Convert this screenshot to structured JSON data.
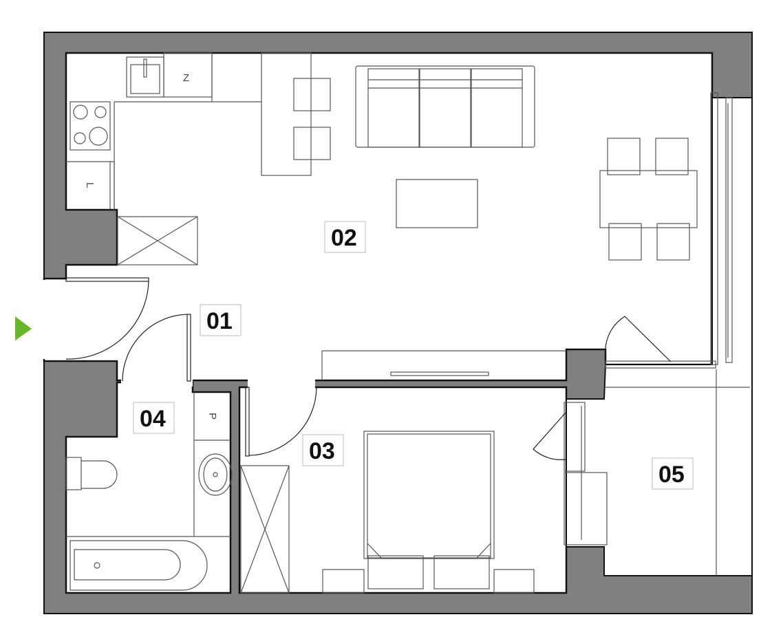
{
  "colors": {
    "wall": "#808080",
    "outline": "#111111",
    "entrance_marker": "#6ab62a",
    "furniture": "#555555"
  },
  "rooms": [
    {
      "id": "01",
      "label": "01"
    },
    {
      "id": "02",
      "label": "02"
    },
    {
      "id": "03",
      "label": "03"
    },
    {
      "id": "04",
      "label": "04"
    },
    {
      "id": "05",
      "label": "05"
    }
  ],
  "fixtures": {
    "fridge_letter": "Z",
    "dishwasher_letter": "L",
    "washer_letter": "P"
  },
  "entrance_icon": "triangle-right-icon"
}
